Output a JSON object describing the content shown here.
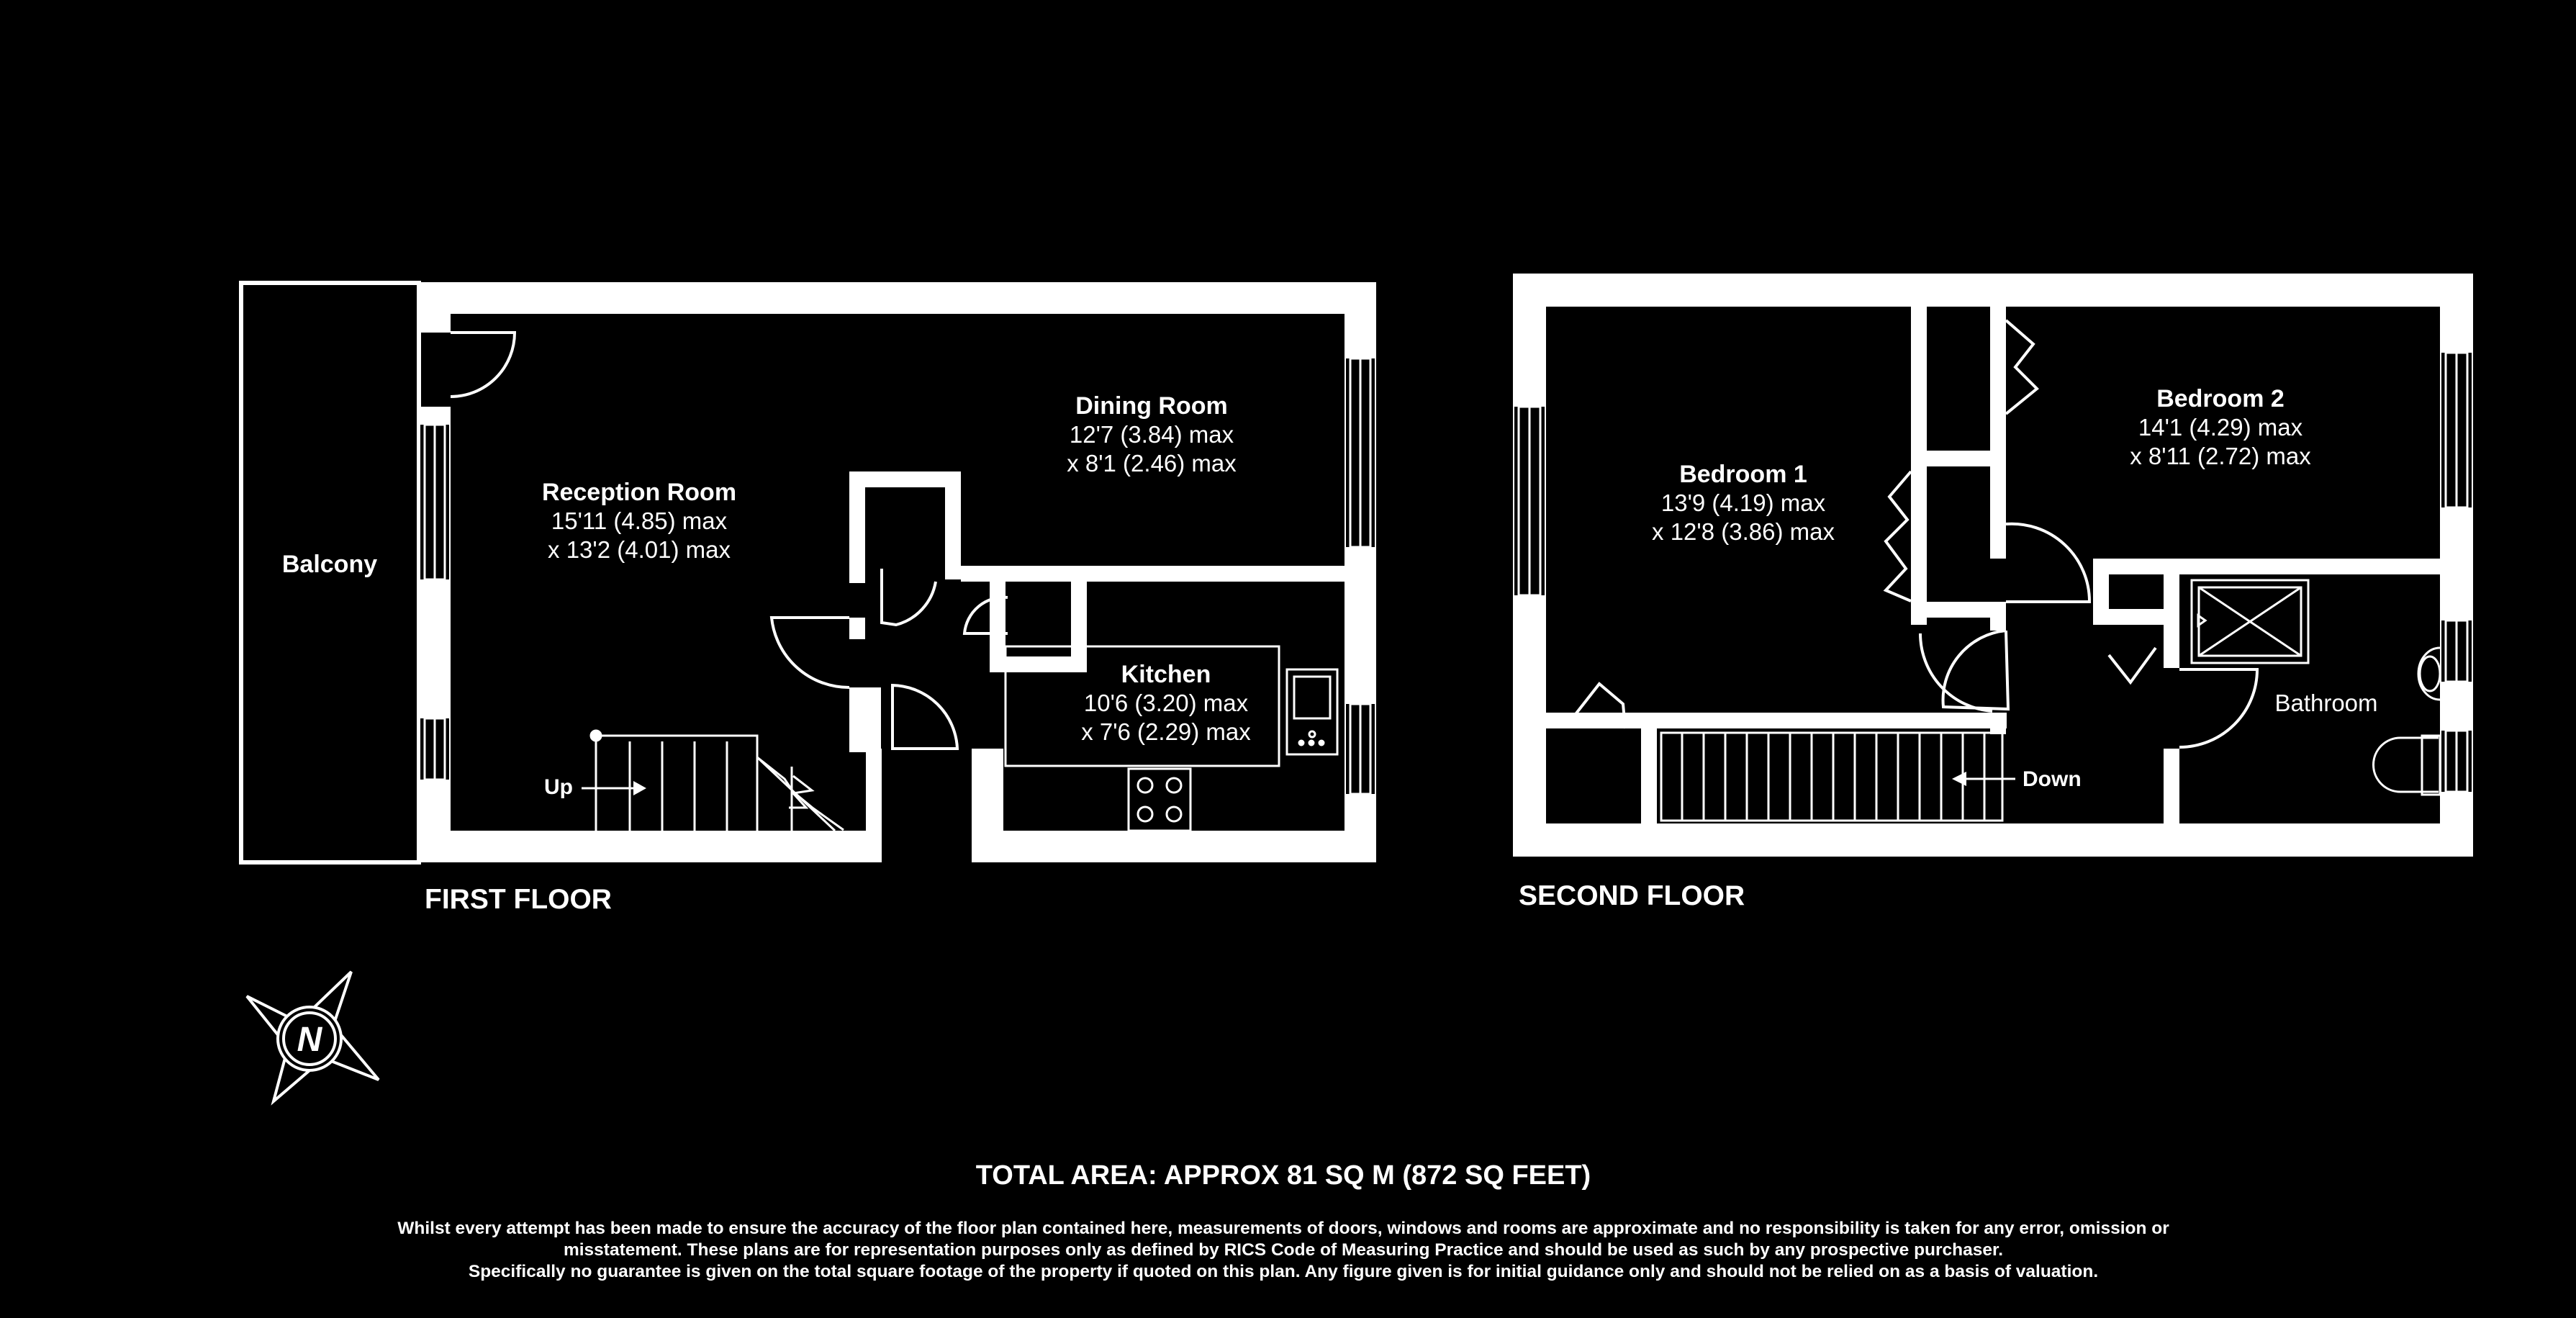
{
  "first_floor": {
    "label": "FIRST FLOOR",
    "rooms": [
      {
        "id": "balcony",
        "name": "Balcony",
        "dims": []
      },
      {
        "id": "reception-room",
        "name": "Reception Room",
        "dims": [
          "15'11 (4.85) max",
          "x 13'2 (4.01) max"
        ]
      },
      {
        "id": "dining-room",
        "name": "Dining Room",
        "dims": [
          "12'7 (3.84) max",
          "x 8'1 (2.46) max"
        ]
      },
      {
        "id": "kitchen",
        "name": "Kitchen",
        "dims": [
          "10'6 (3.20) max",
          "x 7'6 (2.29) max"
        ]
      }
    ],
    "stairs_label": "Up"
  },
  "second_floor": {
    "label": "SECOND FLOOR",
    "rooms": [
      {
        "id": "bedroom-1",
        "name": "Bedroom 1",
        "dims": [
          "13'9 (4.19) max",
          "x 12'8 (3.86) max"
        ]
      },
      {
        "id": "bedroom-2",
        "name": "Bedroom 2",
        "dims": [
          "14'1 (4.29) max",
          "x 8'11 (2.72) max"
        ]
      },
      {
        "id": "bathroom",
        "name": "Bathroom",
        "dims": []
      }
    ],
    "stairs_label": "Down"
  },
  "compass": {
    "letter": "N"
  },
  "total_area": "TOTAL AREA: APPROX 81 SQ M (872 SQ FEET)",
  "disclaimer": [
    "Whilst every attempt has been made to ensure the accuracy of the floor plan contained here, measurements of doors, windows and rooms are approximate and no responsibility is taken for any error, omission or",
    "misstatement.  These plans are for representation purposes only as defined by RICS Code of Measuring Practice and should be used as such by any prospective purchaser.",
    "Specifically no guarantee is given on the total square footage of the property if quoted on this plan.  Any figure given is for initial guidance only and should not be relied on as a basis of valuation."
  ],
  "colors": {
    "background": "#000000",
    "walls": "#ffffff",
    "text": "#ffffff"
  }
}
